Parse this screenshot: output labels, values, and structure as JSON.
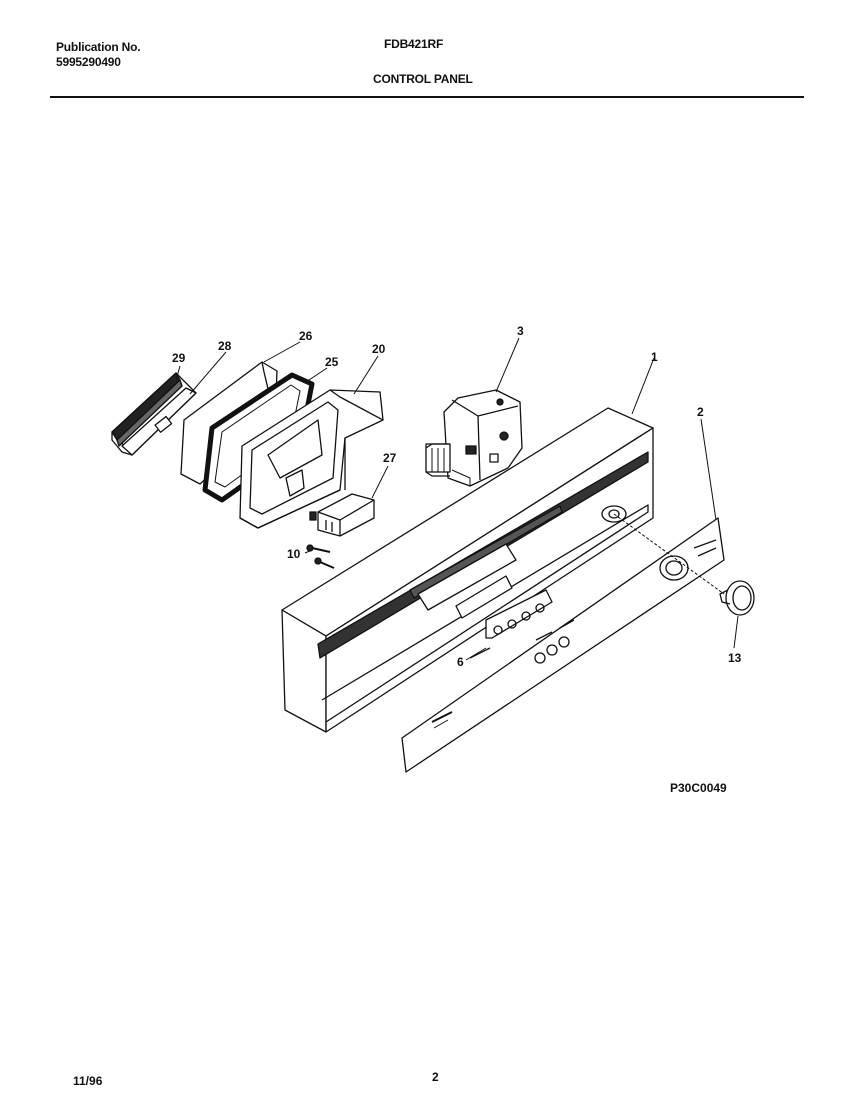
{
  "header": {
    "publication_label": "Publication No.",
    "publication_number": "5995290490",
    "model": "FDB421RF",
    "section_title": "CONTROL PANEL"
  },
  "callouts": {
    "c29": "29",
    "c28": "28",
    "c26": "26",
    "c25": "25",
    "c20": "20",
    "c3": "3",
    "c1": "1",
    "c2": "2",
    "c27": "27",
    "c10": "10",
    "c6": "6",
    "c13": "13"
  },
  "figure_code": "P30C0049",
  "footer": {
    "date": "11/96",
    "page_number": "2"
  }
}
